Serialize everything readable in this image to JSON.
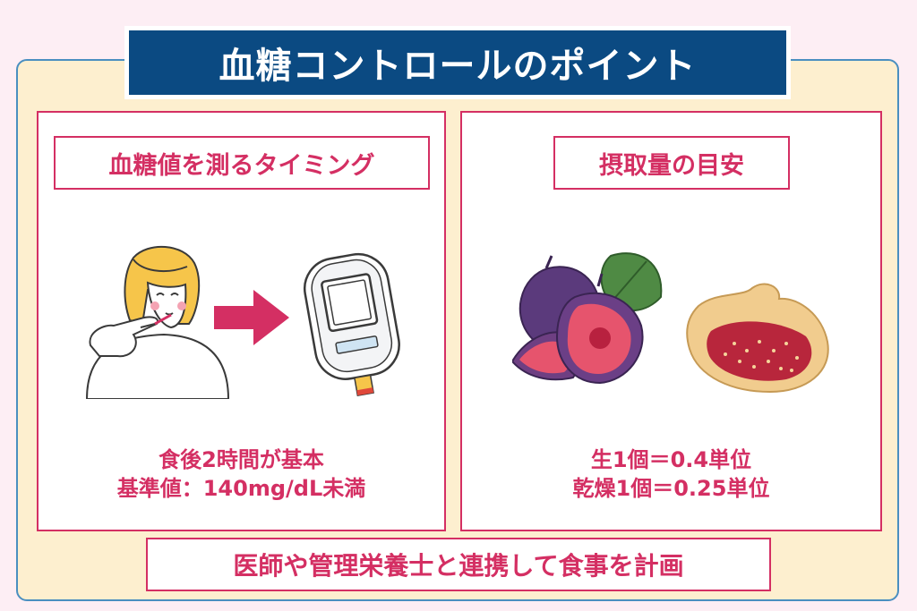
{
  "title": "血糖コントロールのポイント",
  "left_card": {
    "heading": "血糖値を測るタイミング",
    "line1": "食後2時間が基本",
    "line2": "基準値：140mg/dL未満",
    "icons": [
      "woman-finger-prick-icon",
      "arrow-right-icon",
      "glucose-meter-icon"
    ]
  },
  "right_card": {
    "heading": "摂取量の目安",
    "line1": "生1個＝0.4単位",
    "line2": "乾燥1個＝0.25単位",
    "icons": [
      "fresh-fig-icon",
      "dried-fig-icon"
    ]
  },
  "footer": "医師や管理栄養士と連携して食事を計画",
  "colors": {
    "title_bg": "#0b4a82",
    "accent": "#d42f63",
    "panel_bg": "#fdefcf",
    "page_bg": "#fdeef4"
  }
}
